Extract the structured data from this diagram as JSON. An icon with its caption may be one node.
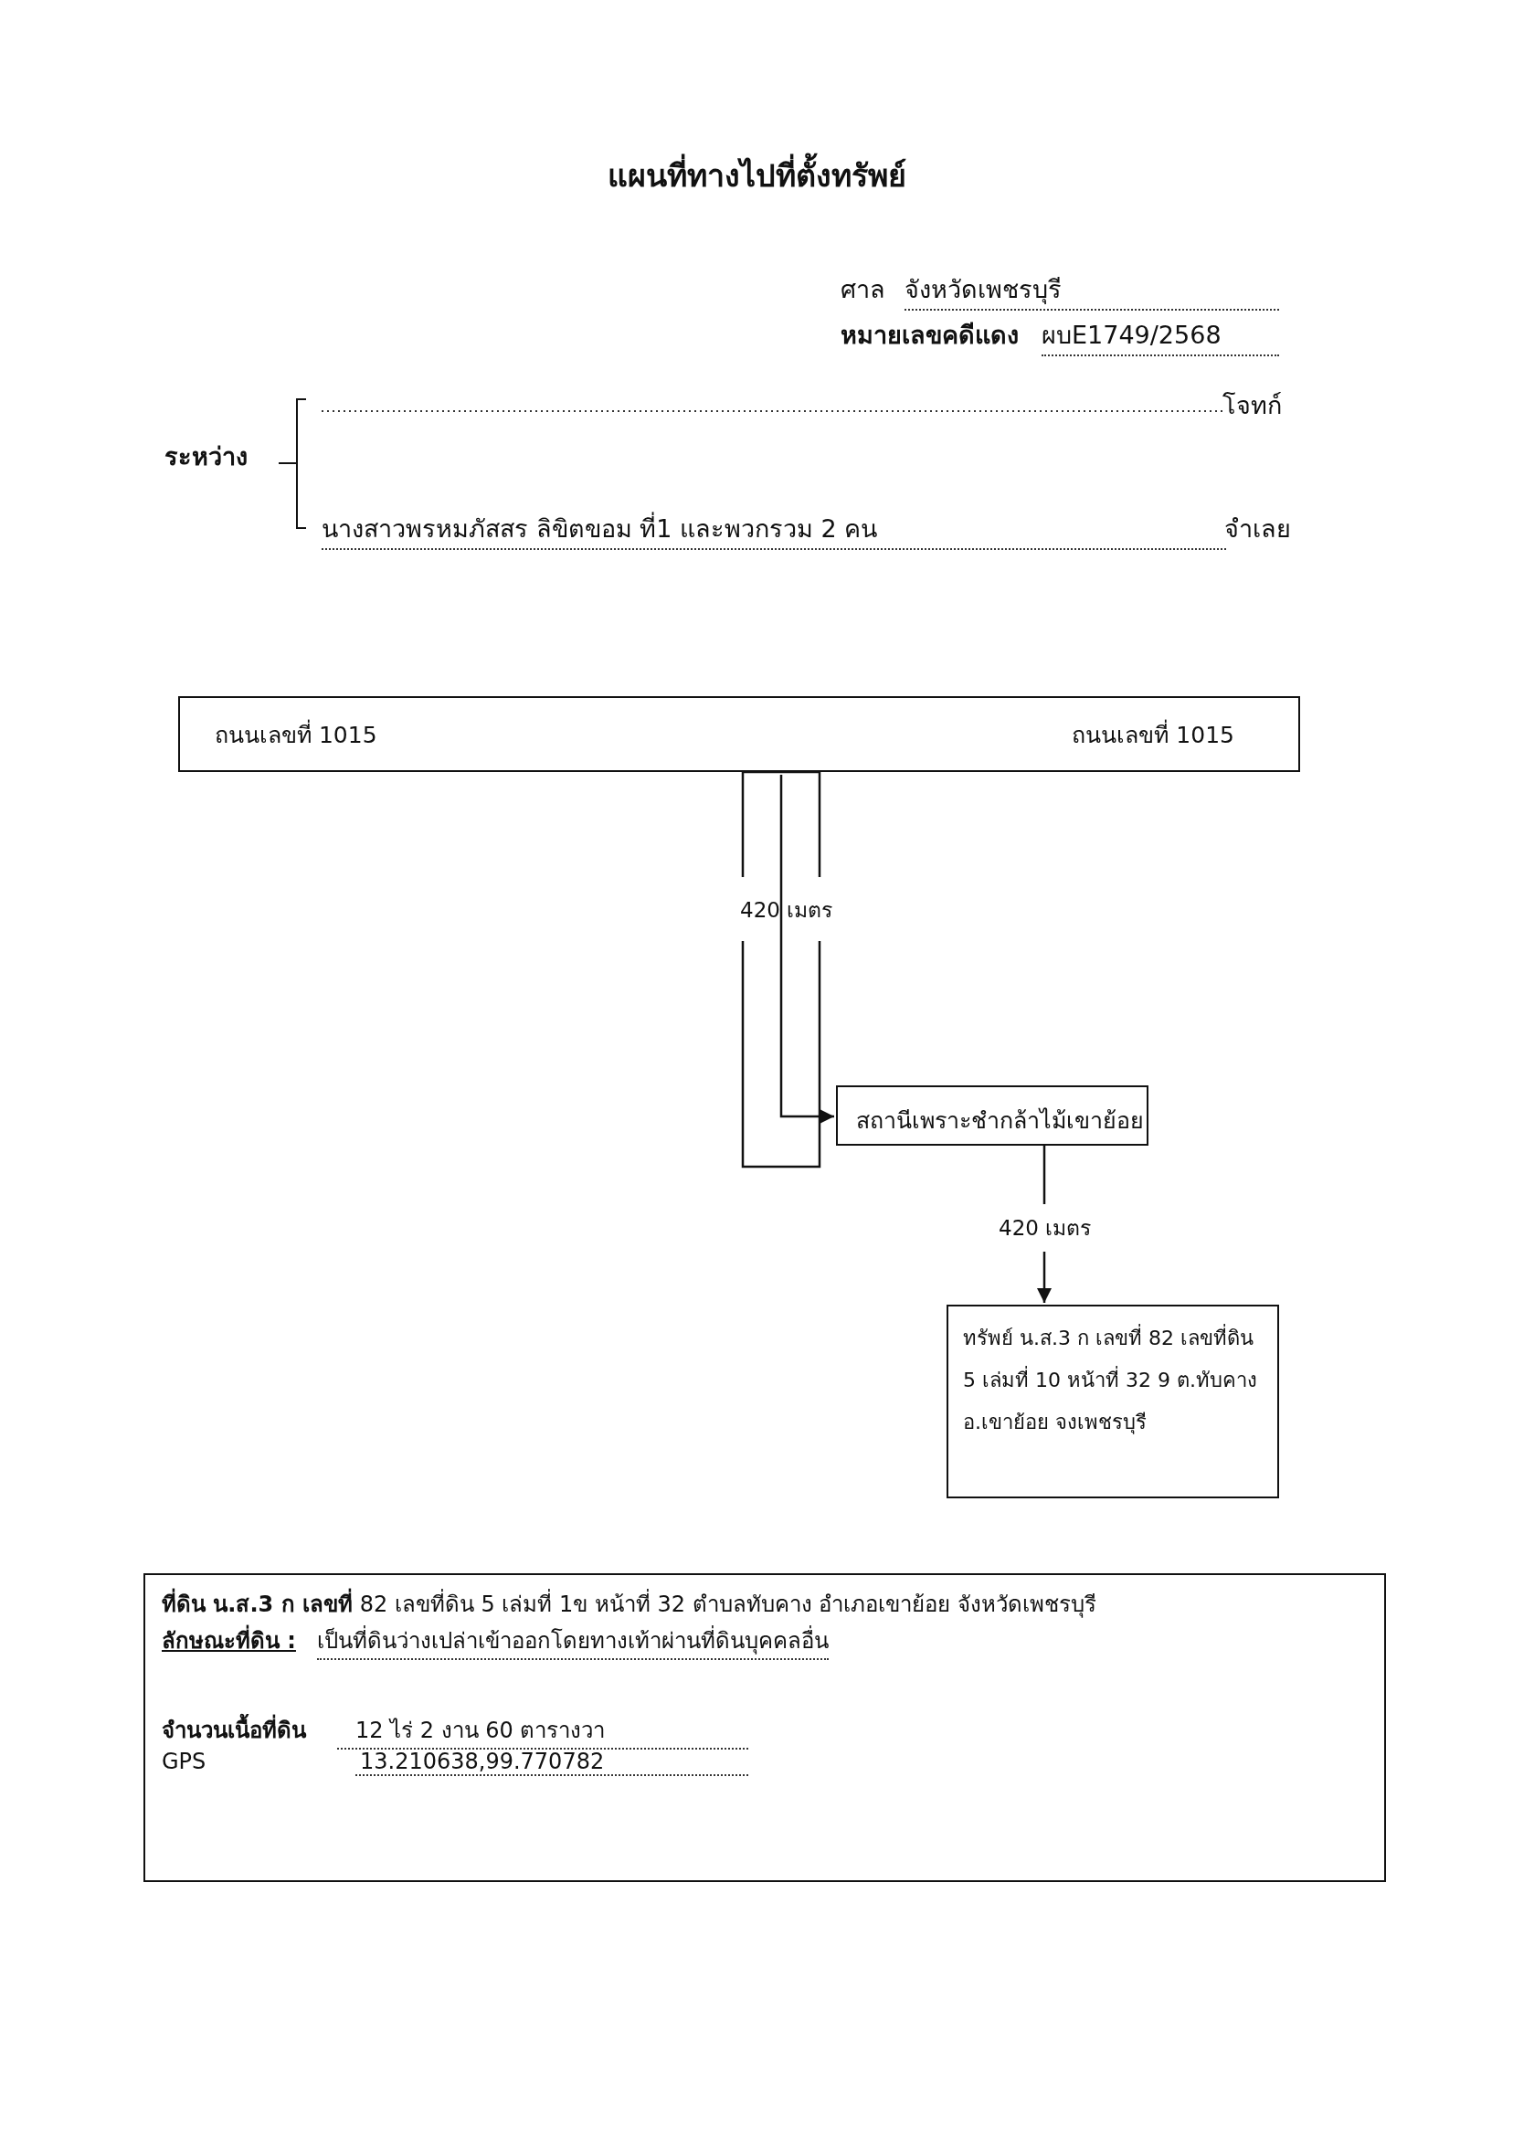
{
  "diagram": {
    "title": "แผนที่ทางไปที่ตั้งทรัพย์",
    "nodes": [
      {
        "text": [
          "ถนนเลขที่ 1015",
          "ถนนเลขที่ 1015"
        ]
      },
      {
        "text": [
          "420 เมตร"
        ]
      },
      {
        "text": [
          "สถานีเพราะชำกล้าไม้เขาย้อย"
        ]
      },
      {
        "text": [
          "ทรัพย์ น.ส.3 ก เลขที่ 82 เลขที่ดิน 5 เล่มที่ 10 หน้าที่ 32 9 ต.ทับคาง อ.เขาย้อย จงเพชรบุรี"
        ]
      },
      {
        "text": [
          "**ที่ดิน น.ส.3 ก เลขที่** 82 เลขที่ดิน 5 เล่มที่ 1ข หน้าที่ 32 ตำบลทับคาง  อำเภอเขาย้อย  จังหวัดเพชรบุรี",
          "ลักษณะที่ดิน :",
          "เป็นที่ดินว่างเปล่าเข้าออกโดยทางเท้าผ่านที่ดินบุคคลอื่น",
          "จำนวนเนื้อที่ดิน",
          "12 ไร่ 2 งาน  60 ตารางวา",
          "GPS",
          "13.210638,99.770782"
        ]
      }
    ],
    "edges": [
      {
        "from": 1,
        "to": 2,
        "arrow": "to"
      },
      {
        "from": 2,
        "to": 3,
        "arrow": "to",
        "label": "420 เมตร"
      }
    ],
    "labels": [
      "ศาล",
      "จังหวัดเพชรบุรี",
      "หมายเลขคดีแดง",
      "ผบE1749/2568",
      "ระหว่าง",
      "โจทก์",
      "นางสาวพรหมภัสสร ลิขิตขอม ที่1 และพวกรวม 2 คน",
      "จำเลย"
    ]
  }
}
